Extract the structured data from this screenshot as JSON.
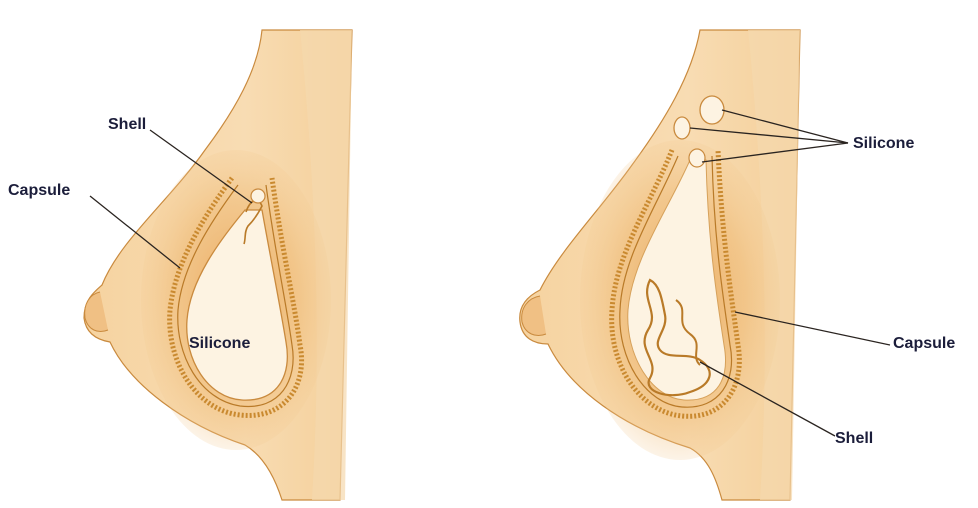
{
  "diagram": {
    "left": {
      "labels": {
        "shell": "Shell",
        "capsule": "Capsule",
        "silicone": "Silicone"
      }
    },
    "right": {
      "labels": {
        "silicone": "Silicone",
        "capsule": "Capsule",
        "shell": "Shell"
      }
    },
    "colors": {
      "skin_light": "#fbe6c6",
      "skin": "#f3c88c",
      "skin_dark": "#d9953f",
      "capsule": "#c9892f",
      "implant_fill": "#fdf3e2",
      "leader_line": "#2a2420",
      "label_text": "#1b1d3a"
    }
  }
}
